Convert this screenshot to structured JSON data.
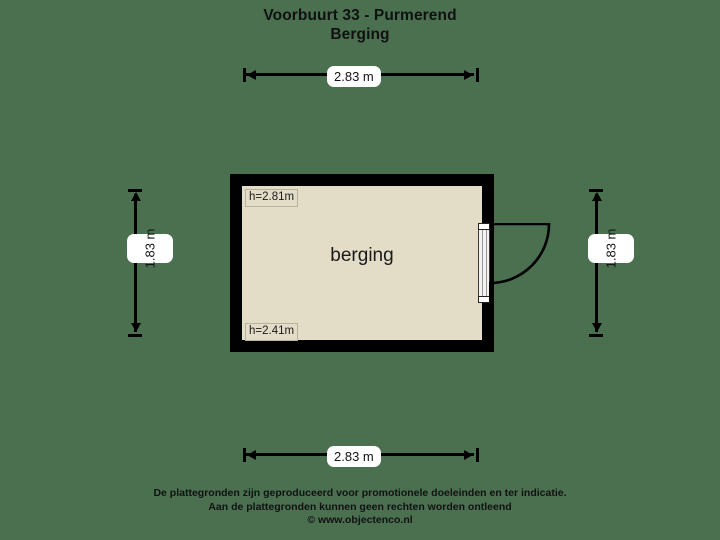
{
  "title": {
    "line1": "Voorbuurt 33 - Purmerend",
    "line2": "Berging"
  },
  "plan": {
    "room_label": "berging",
    "height_top": "h=2.81m",
    "height_bottom": "h=2.41m",
    "colors": {
      "background": "#4a7050",
      "wall": "#000000",
      "floor": "#e3dcc6",
      "dimension": "#000000",
      "label_background": "#ffffff"
    },
    "door": {
      "name": "door-right-wall",
      "swing": "outward-right"
    }
  },
  "dimensions": {
    "top": "2.83 m",
    "bottom": "2.83 m",
    "left": "1.83 m",
    "right": "1.83 m"
  },
  "footer": {
    "line1": "De plattegronden zijn geproduceerd voor promotionele doeleinden en ter indicatie.",
    "line2": "Aan de plattegronden kunnen geen rechten worden ontleend",
    "line3": "© www.objectenco.nl"
  }
}
